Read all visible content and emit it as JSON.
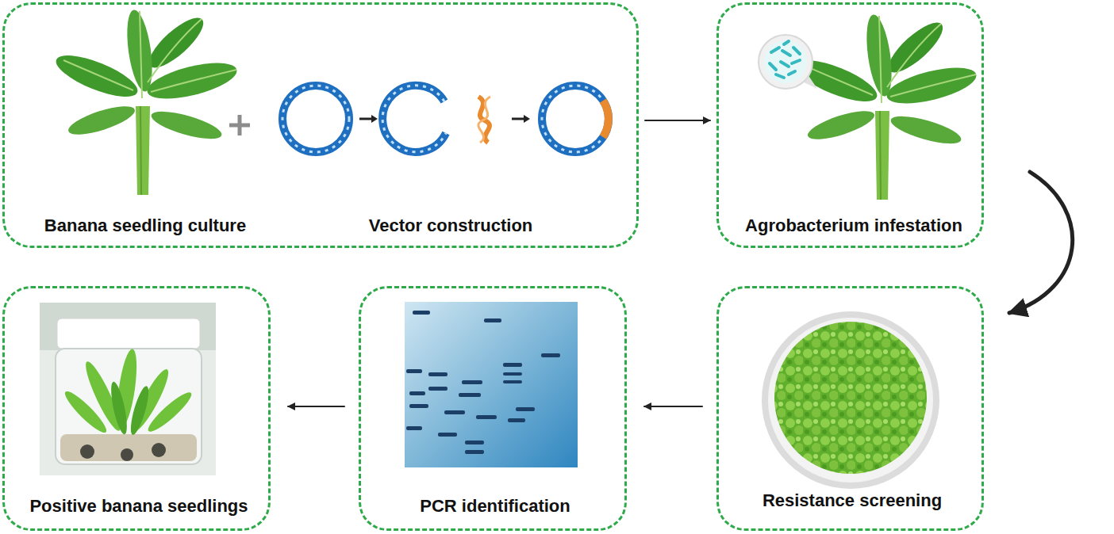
{
  "diagram": {
    "nodes": [
      {
        "text": [
          "Banana seedling culture",
          "Vector construction"
        ]
      },
      {
        "text": [
          "Agrobacterium infestation"
        ]
      },
      {
        "text": [
          "Resistance screening"
        ]
      },
      {
        "text": [
          "PCR identification"
        ]
      },
      {
        "text": [
          "Positive banana seedlings"
        ]
      }
    ],
    "edges": [
      {
        "from": 0,
        "to": 1,
        "arrow": "to"
      },
      {
        "from": 1,
        "to": 2,
        "arrow": "to"
      },
      {
        "from": 2,
        "to": 3,
        "arrow": "to"
      },
      {
        "from": 3,
        "to": 4,
        "arrow": "to"
      }
    ]
  }
}
